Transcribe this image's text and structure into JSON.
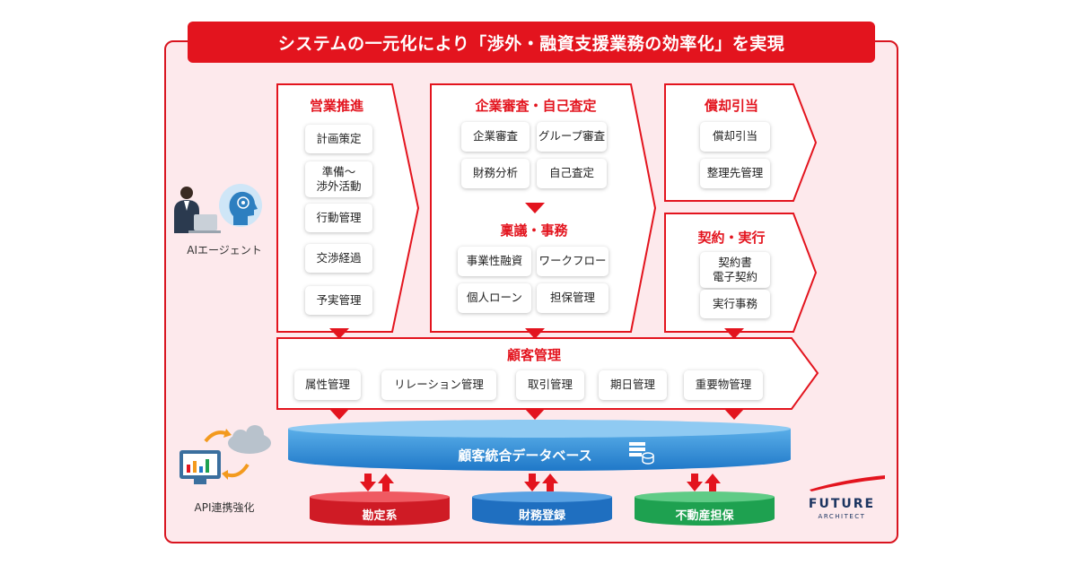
{
  "banner": {
    "title": "システムの一元化により「渉外・融資支援業務の効率化」を実現"
  },
  "sales": {
    "title": "営業推進",
    "items": [
      "計画策定",
      "準備〜\n渉外活動",
      "行動管理",
      "交渉経過",
      "予実管理"
    ]
  },
  "review": {
    "title": "企業審査・自己査定",
    "items": [
      "企業審査",
      "グループ審査",
      "財務分析",
      "自己査定"
    ]
  },
  "approval": {
    "title": "稟議・事務",
    "items": [
      "事業性融資",
      "ワークフロー",
      "個人ローン",
      "担保管理"
    ]
  },
  "writeoff": {
    "title": "償却引当",
    "items": [
      "償却引当",
      "整理先管理"
    ]
  },
  "contract": {
    "title": "契約・実行",
    "items": [
      "契約書\n電子契約",
      "実行事務"
    ]
  },
  "customer": {
    "title": "顧客管理",
    "items": [
      "属性管理",
      "リレーション管理",
      "取引管理",
      "期日管理",
      "重要物管理"
    ]
  },
  "database": {
    "title": "顧客統合データベース"
  },
  "subsystems": [
    {
      "label": "勘定系",
      "color": "#cf1b25"
    },
    {
      "label": "財務登録",
      "color": "#1f6fc0"
    },
    {
      "label": "不動産担保",
      "color": "#1ea150"
    }
  ],
  "side": {
    "ai_label": "AIエージェント",
    "api_label": "API連携強化"
  },
  "logo": {
    "line1": "FUTURE",
    "line2": "ARCHITECT"
  },
  "colors": {
    "accent": "#e3141e",
    "panel": "#fde9ec",
    "db_blue": "#2b8ad6"
  }
}
